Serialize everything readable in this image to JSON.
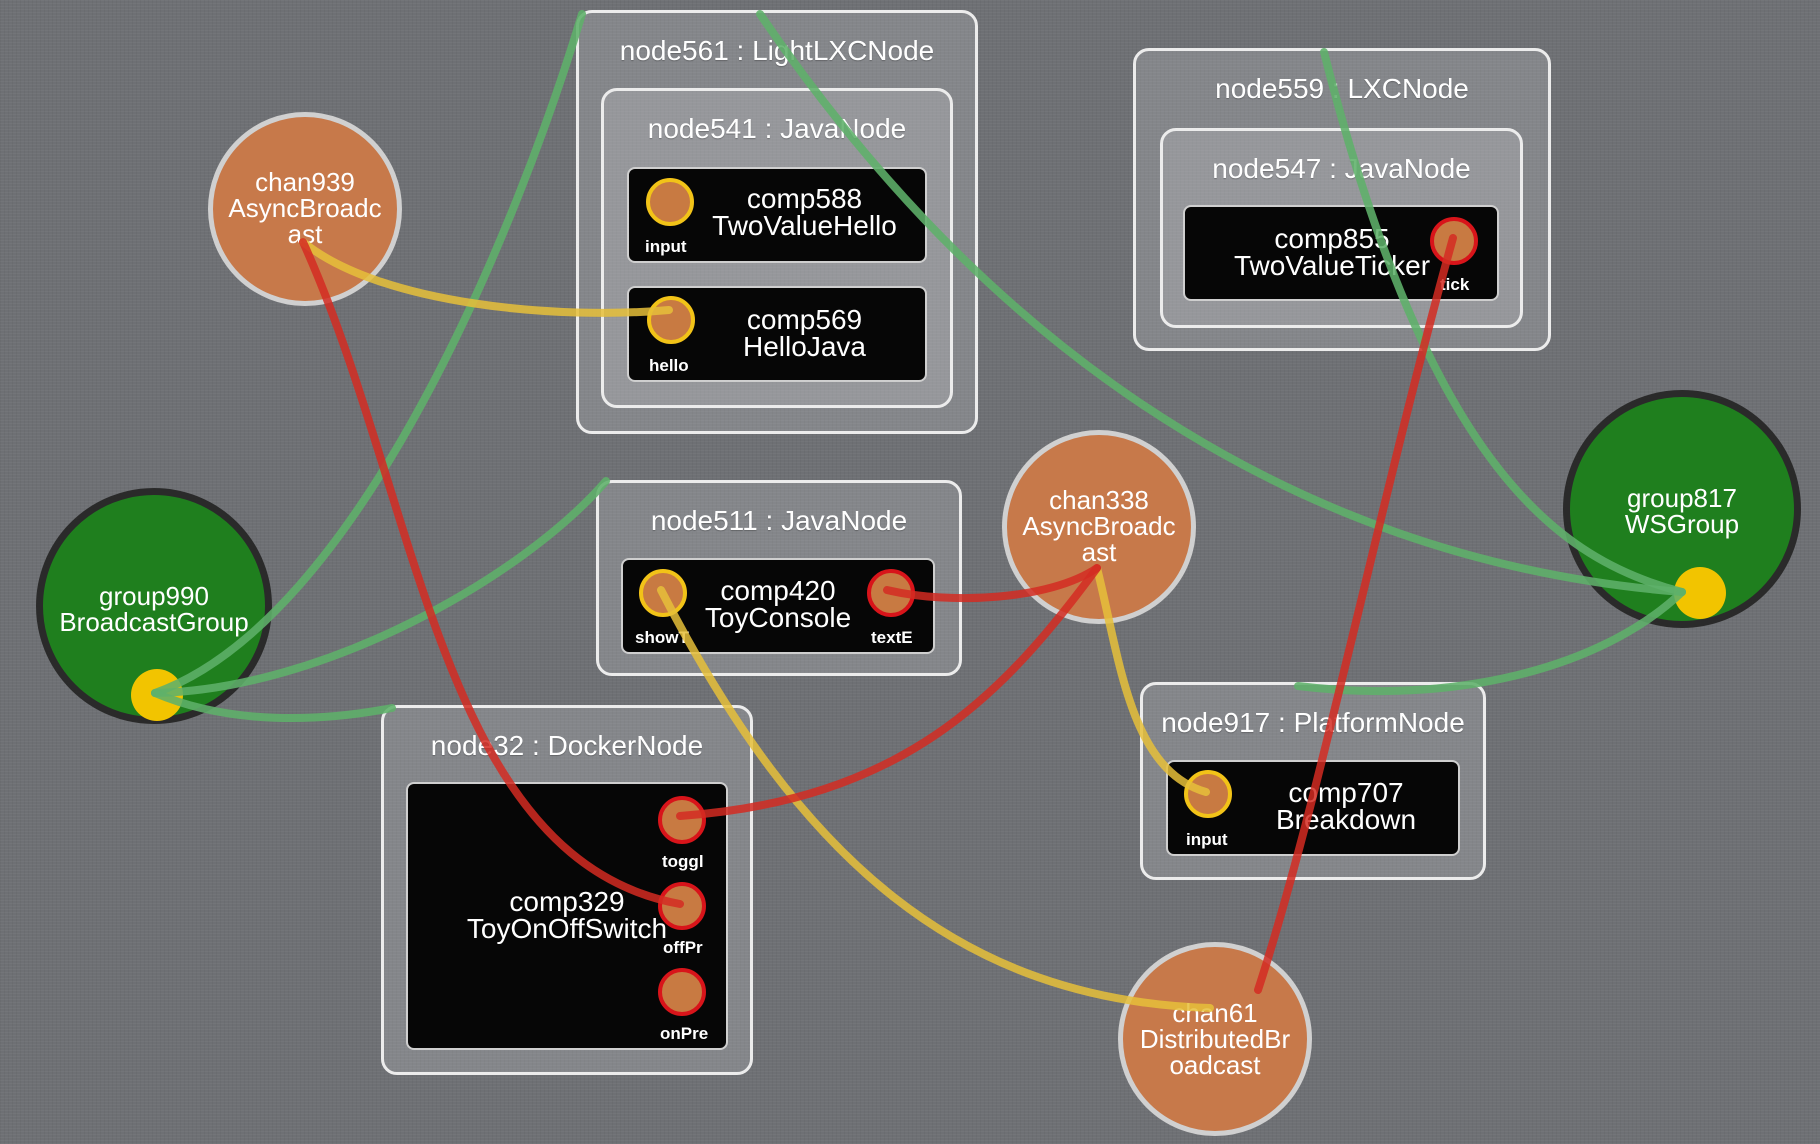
{
  "colors": {
    "background": "#6e7074",
    "group_fill": "#1f7f1e",
    "channel_fill": "#c7794a",
    "port_fill": "#c87a42",
    "input_port_ring": "#f2c318",
    "output_port_ring": "#d8141a",
    "group_wire": "#5fb06a",
    "input_wire": "#e6c03a",
    "output_wire": "#d42b22"
  },
  "nodes": {
    "node561": {
      "title": "node561 : LightLXCNode"
    },
    "node541": {
      "title": "node541 : JavaNode"
    },
    "node559": {
      "title": "node559 : LXCNode"
    },
    "node547": {
      "title": "node547 : JavaNode"
    },
    "node511": {
      "title": "node511 : JavaNode"
    },
    "node32": {
      "title": "node32 : DockerNode"
    },
    "node917": {
      "title": "node917 : PlatformNode"
    }
  },
  "components": {
    "comp588": {
      "name": "comp588",
      "type": "TwoValueHello",
      "ports": {
        "input": "input"
      }
    },
    "comp569": {
      "name": "comp569",
      "type": "HelloJava",
      "ports": {
        "hello": "hello"
      }
    },
    "comp855": {
      "name": "comp855",
      "type": "TwoValueTicker",
      "ports": {
        "tick": "tick"
      }
    },
    "comp420": {
      "name": "comp420",
      "type": "ToyConsole",
      "ports": {
        "showT": "showT",
        "textE": "textE"
      }
    },
    "comp329": {
      "name": "comp329",
      "type": "ToyOnOffSwitch",
      "ports": {
        "toggl": "toggl",
        "offPr": "offPr",
        "onPre": "onPre"
      }
    },
    "comp707": {
      "name": "comp707",
      "type": "Breakdown",
      "ports": {
        "input": "input"
      }
    }
  },
  "channels": {
    "chan939": {
      "label": "chan939\nAsyncBroadc\nast"
    },
    "chan338": {
      "label": "chan338\nAsyncBroadc\nast"
    },
    "chan61": {
      "label": "chan61\nDistributedBr\noadcast"
    }
  },
  "groups": {
    "group990": {
      "label": "group990\nBroadcastGroup"
    },
    "group817": {
      "label": "group817\nWSGroup"
    }
  },
  "wires": [
    {
      "id": "group990-node561",
      "kind": "group"
    },
    {
      "id": "group990-node511",
      "kind": "group"
    },
    {
      "id": "group990-node32",
      "kind": "group"
    },
    {
      "id": "group817-node561",
      "kind": "group"
    },
    {
      "id": "group817-node559",
      "kind": "group"
    },
    {
      "id": "group817-node917",
      "kind": "group"
    },
    {
      "id": "chan939-comp569.hello",
      "kind": "input"
    },
    {
      "id": "comp420.showT-chan61",
      "kind": "input"
    },
    {
      "id": "chan338-comp707.input",
      "kind": "input"
    },
    {
      "id": "comp329.offPr-chan939",
      "kind": "output"
    },
    {
      "id": "comp329.toggl-chan338",
      "kind": "output"
    },
    {
      "id": "comp420.textE-chan338",
      "kind": "output"
    },
    {
      "id": "comp855.tick-chan61",
      "kind": "output"
    }
  ]
}
